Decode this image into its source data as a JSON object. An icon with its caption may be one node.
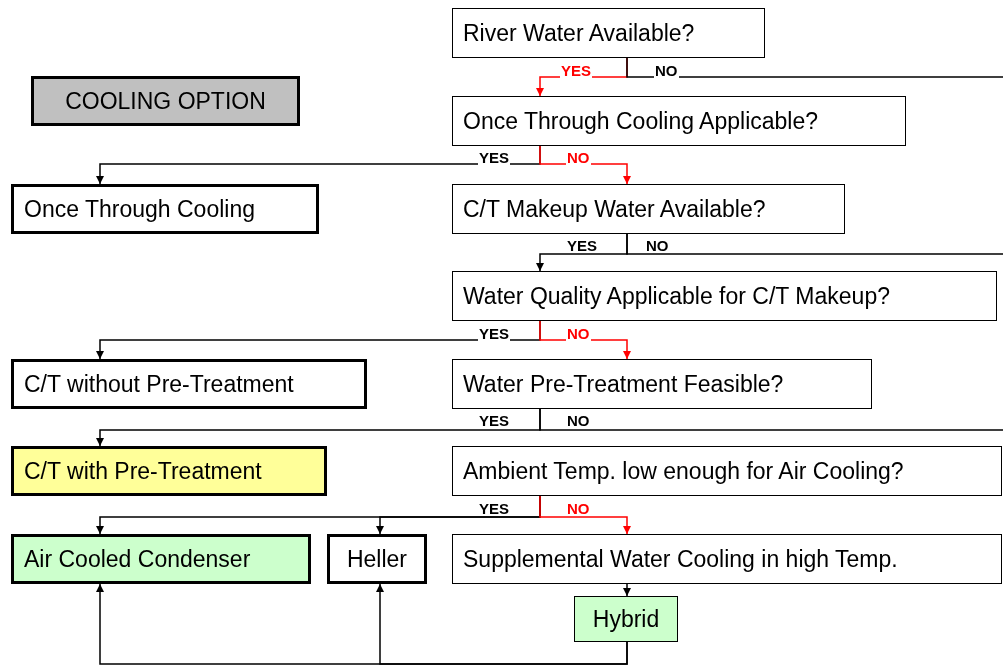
{
  "diagram": {
    "nodes": [
      {
        "text": [
          "COOLING OPTION"
        ]
      },
      {
        "text": [
          "River Water Available?"
        ]
      },
      {
        "text": [
          "Once Through Cooling Applicable?"
        ]
      },
      {
        "text": [
          "Once Through Cooling"
        ]
      },
      {
        "text": [
          "C/T Makeup Water Available?"
        ]
      },
      {
        "text": [
          "Water Quality Applicable for C/T Makeup?"
        ]
      },
      {
        "text": [
          "C/T without Pre-Treatment"
        ]
      },
      {
        "text": [
          "Water Pre-Treatment Feasible?"
        ]
      },
      {
        "text": [
          "C/T with Pre-Treatment"
        ]
      },
      {
        "text": [
          "Ambient Temp. low enough for Air Cooling?"
        ]
      },
      {
        "text": [
          "Air Cooled Condenser"
        ]
      },
      {
        "text": [
          "Heller"
        ]
      },
      {
        "text": [
          "Supplemental Water Cooling in high Temp."
        ]
      },
      {
        "text": [
          "Hybrid"
        ]
      }
    ],
    "edges": [
      {
        "from": 1,
        "to": 2,
        "arrow": "to",
        "label": "YES",
        "color": "#ff0000"
      },
      {
        "from": 1,
        "to": null,
        "arrow": "none",
        "label": "NO"
      },
      {
        "from": 2,
        "to": 3,
        "arrow": "to",
        "label": "YES"
      },
      {
        "from": 2,
        "to": 4,
        "arrow": "to",
        "label": "NO",
        "color": "#ff0000"
      },
      {
        "from": 4,
        "to": 5,
        "arrow": "to",
        "label": "YES"
      },
      {
        "from": 4,
        "to": null,
        "arrow": "none",
        "label": "NO"
      },
      {
        "from": 5,
        "to": 6,
        "arrow": "to",
        "label": "YES"
      },
      {
        "from": 5,
        "to": 7,
        "arrow": "to",
        "label": "NO",
        "color": "#ff0000"
      },
      {
        "from": 7,
        "to": 8,
        "arrow": "to",
        "label": "YES"
      },
      {
        "from": 7,
        "to": null,
        "arrow": "none",
        "label": "NO"
      },
      {
        "from": 9,
        "to": 10,
        "arrow": "to",
        "label": "YES"
      },
      {
        "from": 9,
        "to": 11,
        "arrow": "to"
      },
      {
        "from": 9,
        "to": 12,
        "arrow": "to",
        "label": "NO",
        "color": "#ff0000"
      },
      {
        "from": 12,
        "to": 13,
        "arrow": "to"
      },
      {
        "from": 13,
        "to": 10,
        "arrow": "to"
      },
      {
        "from": 13,
        "to": 11,
        "arrow": "to"
      }
    ]
  }
}
